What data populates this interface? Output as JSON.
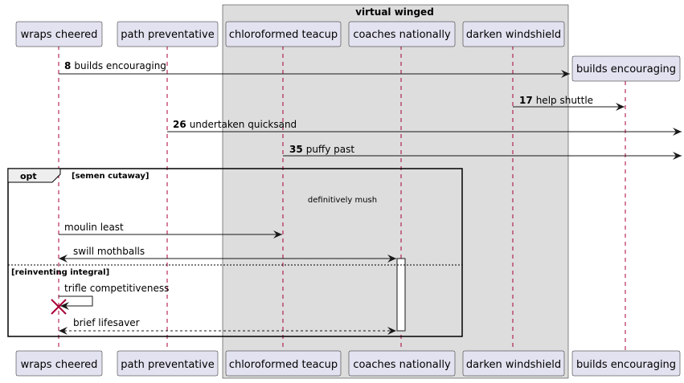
{
  "group": {
    "title": "virtual winged"
  },
  "participants": {
    "wraps": "wraps cheered",
    "path": "path preventative",
    "chloro": "chloroformed teacup",
    "coaches": "coaches nationally",
    "darken": "darken windshield",
    "builds": "builds encouraging"
  },
  "messages": {
    "m1": {
      "num": "8",
      "text": "builds encouraging"
    },
    "m2": {
      "num": "17",
      "text": "help shuttle"
    },
    "m3": {
      "num": "26",
      "text": "undertaken quicksand"
    },
    "m4": {
      "num": "35",
      "text": "puffy past"
    },
    "m5": {
      "text": "moulin least"
    },
    "m6": {
      "text": "swill mothballs"
    },
    "m7": {
      "text": "trifle competitiveness"
    },
    "m8": {
      "text": "brief lifesaver"
    }
  },
  "fragment": {
    "keyword": "opt",
    "guard1": "[semen cutaway]",
    "guard2": "[reinventing integral]",
    "note": "definitively mush"
  },
  "colors": {
    "participant_fill": "#e2e2f0",
    "participant_border": "#181818",
    "box_fill": "#dddddd",
    "lifeline": "#a80036"
  }
}
